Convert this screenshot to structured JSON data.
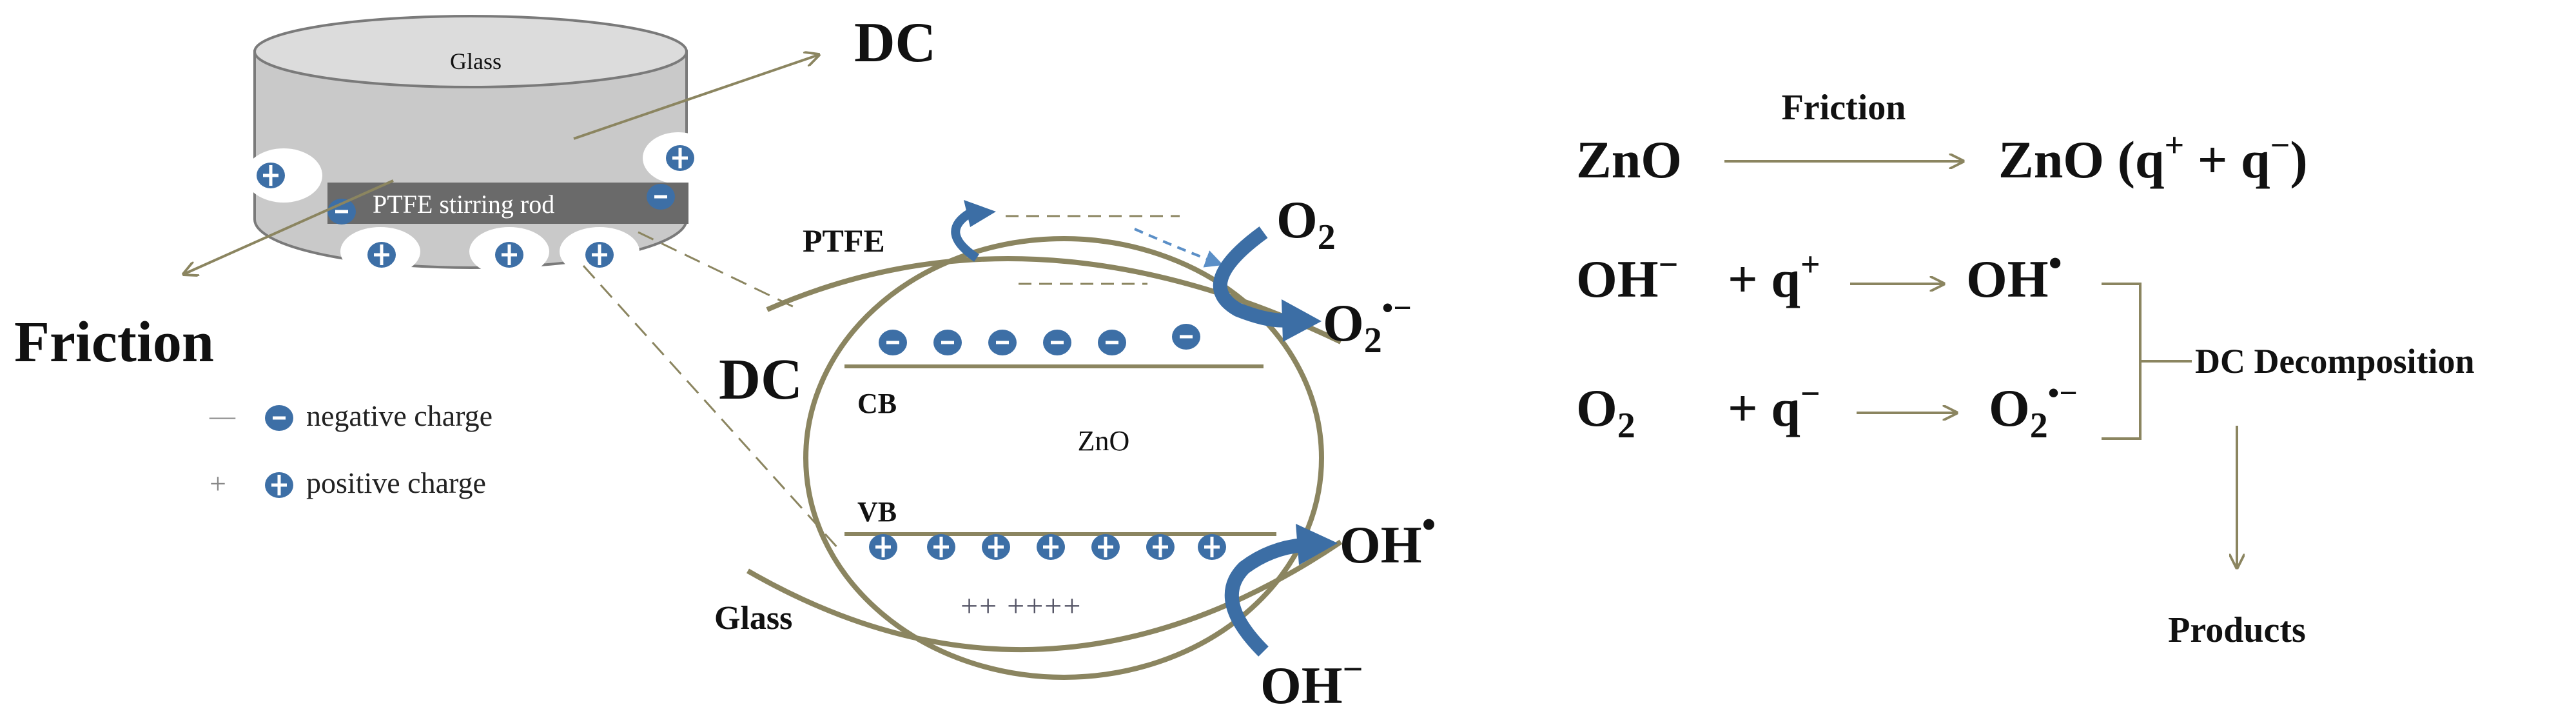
{
  "colors": {
    "olive": "#8b8560",
    "charge_blue": "#3d6fa6",
    "arrow_blue": "#3c6ea5",
    "text": "#111111",
    "cylinder_fill": "#c9c9c9",
    "cylinder_top": "#dcdcdc",
    "rod": "#6a6a6a"
  },
  "left": {
    "glass_label": "Glass",
    "rod_label": "PTFE  stirring rod",
    "dc_label": "DC",
    "friction_label": "Friction",
    "legend": {
      "negative": {
        "sign": "—",
        "text": "negative   charge"
      },
      "positive": {
        "sign": "+",
        "text": "positive   charge"
      }
    }
  },
  "middle": {
    "ptfe_label": "PTFE",
    "dc_label": "DC",
    "cb_label": "CB",
    "vb_label": "VB",
    "zno_label": "ZnO",
    "glass_label": "Glass",
    "plus_row": "++ ++++",
    "o2": {
      "base": "O",
      "sub": "2"
    },
    "o2_radical": {
      "base": "O",
      "sub": "2",
      "sup": "•−"
    },
    "oh_radical": {
      "base": "OH",
      "sup": "•"
    },
    "oh_minus": {
      "base": "OH",
      "sup": "−"
    }
  },
  "right": {
    "eq1": {
      "reactant": "ZnO",
      "arrow_label": "Friction",
      "product": "ZnO (q",
      "product_sup1": "+",
      "product_mid": " + q",
      "product_sup2": "−",
      "product_end": ")"
    },
    "eq2": {
      "reactant": "OH",
      "reactant_sup": "−",
      "plus": "+ q",
      "plus_sup": "+",
      "product": "OH",
      "product_sup": "•"
    },
    "eq3": {
      "reactant": "O",
      "reactant_sub": "2",
      "plus": "+ q",
      "plus_sup": "−",
      "product": "O",
      "product_sub": "2",
      "product_sup": "•−"
    },
    "bracket_label": "DC Decomposition",
    "products_label": "Products"
  }
}
